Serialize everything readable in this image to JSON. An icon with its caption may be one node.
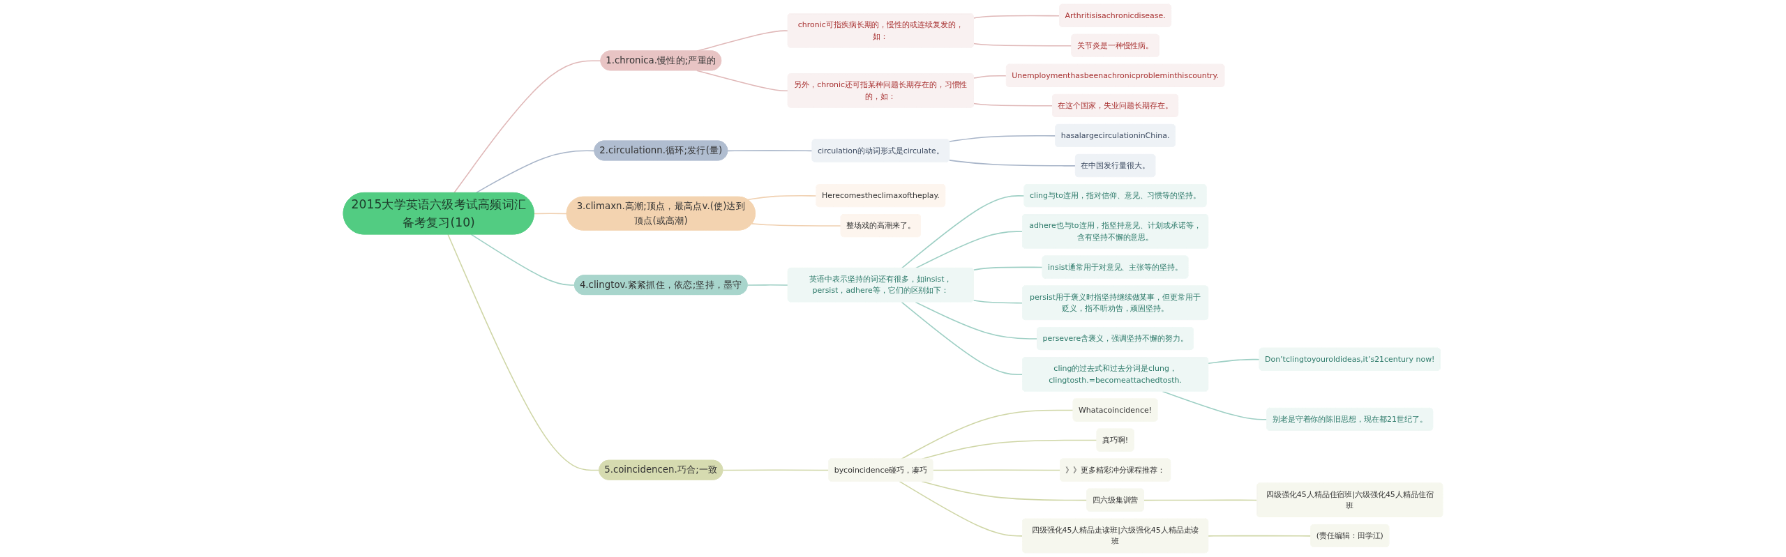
{
  "diagram": {
    "nodes": [
      {
        "text": [
          "2015大学英语六级考试高频词汇备考复习(10)"
        ]
      },
      {
        "text": [
          "1.chronica.慢性的;严重的"
        ]
      },
      {
        "text": [
          "chronic可指疾病长期的，慢性的或连续复发的，如："
        ]
      },
      {
        "text": [
          "Arthritisisachronicdisease."
        ]
      },
      {
        "text": [
          "关节炎是一种慢性病。"
        ]
      },
      {
        "text": [
          "另外，chronic还可指某种问题长期存在的，习惯性的，如："
        ]
      },
      {
        "text": [
          "Unemploymenthasbeenachronicprobleminthiscountry."
        ]
      },
      {
        "text": [
          "在这个国家，失业问题长期存在。"
        ]
      },
      {
        "text": [
          "2.circulationn.循环;发行(量)"
        ]
      },
      {
        "text": [
          "circulation的动词形式是circulate。"
        ]
      },
      {
        "text": [
          "hasalargecirculationinChina."
        ]
      },
      {
        "text": [
          "在中国发行量很大。"
        ]
      },
      {
        "text": [
          "3.climaxn.高潮;顶点，最高点v.(使)达到顶点(或高潮)"
        ]
      },
      {
        "text": [
          "Herecomestheclimaxoftheplay."
        ]
      },
      {
        "text": [
          "整场戏的高潮来了。"
        ]
      },
      {
        "text": [
          "4.clingtov.紧紧抓住，依恋;坚持，墨守"
        ]
      },
      {
        "text": [
          "英语中表示坚持的词还有很多，如insist，persist，adhere等，它们的区别如下："
        ]
      },
      {
        "text": [
          "cling与to连用，指对信仰、意见、习惯等的坚持。"
        ]
      },
      {
        "text": [
          "adhere也与to连用，指坚持意见、计划或承诺等，含有坚持不懈的意思。"
        ]
      },
      {
        "text": [
          "insist通常用于对意见、主张等的坚持。"
        ]
      },
      {
        "text": [
          "persist用于褒义时指坚持继续做某事，但更常用于贬义，指不听劝告，顽固坚持。"
        ]
      },
      {
        "text": [
          "persevere含褒义，强调坚持不懈的努力。"
        ]
      },
      {
        "text": [
          "cling的过去式和过去分词是clung，clingtosth.=becomeattachedtosth."
        ]
      },
      {
        "text": [
          "Don’tclingtoyouroldideas,it’s21century now!"
        ]
      },
      {
        "text": [
          "别老是守着你的陈旧思想，现在都21世纪了。"
        ]
      },
      {
        "text": [
          "5.coincidencen.巧合;一致"
        ]
      },
      {
        "text": [
          "bycoincidence碰巧，凑巧"
        ]
      },
      {
        "text": [
          "Whatacoincidence!"
        ]
      },
      {
        "text": [
          "真巧啊!"
        ]
      },
      {
        "text": [
          "》》更多精彩冲分课程推荐："
        ]
      },
      {
        "text": [
          "四六级集训营"
        ]
      },
      {
        "text": [
          "四级强化45人精品住宿班|六级强化45人精品住宿班"
        ]
      },
      {
        "text": [
          "四级强化45人精品走读班|六级强化45人精品走读班"
        ]
      },
      {
        "text": [
          "(责任编辑：田学江)"
        ]
      }
    ],
    "edges": [
      {
        "from": 0,
        "to": 1,
        "arrow": "none",
        "color": "#e0b8b8"
      },
      {
        "from": 1,
        "to": 2,
        "arrow": "none",
        "color": "#e0b8b8"
      },
      {
        "from": 2,
        "to": 3,
        "arrow": "none",
        "color": "#e0b8b8"
      },
      {
        "from": 2,
        "to": 4,
        "arrow": "none",
        "color": "#e0b8b8"
      },
      {
        "from": 1,
        "to": 5,
        "arrow": "none",
        "color": "#e0b8b8"
      },
      {
        "from": 5,
        "to": 6,
        "arrow": "none",
        "color": "#e0b8b8"
      },
      {
        "from": 5,
        "to": 7,
        "arrow": "none",
        "color": "#e0b8b8"
      },
      {
        "from": 0,
        "to": 8,
        "arrow": "none",
        "color": "#a7b4c8"
      },
      {
        "from": 8,
        "to": 9,
        "arrow": "none",
        "color": "#a7b4c8"
      },
      {
        "from": 9,
        "to": 10,
        "arrow": "none",
        "color": "#a7b4c8"
      },
      {
        "from": 9,
        "to": 11,
        "arrow": "none",
        "color": "#a7b4c8"
      },
      {
        "from": 0,
        "to": 12,
        "arrow": "none",
        "color": "#f0d0b0"
      },
      {
        "from": 12,
        "to": 13,
        "arrow": "none",
        "color": "#f0d0b0"
      },
      {
        "from": 12,
        "to": 14,
        "arrow": "none",
        "color": "#f0d0b0"
      },
      {
        "from": 0,
        "to": 15,
        "arrow": "none",
        "color": "#9dcfc4"
      },
      {
        "from": 15,
        "to": 16,
        "arrow": "none",
        "color": "#9dcfc4"
      },
      {
        "from": 16,
        "to": 17,
        "arrow": "none",
        "color": "#9dcfc4"
      },
      {
        "from": 16,
        "to": 18,
        "arrow": "none",
        "color": "#9dcfc4"
      },
      {
        "from": 16,
        "to": 19,
        "arrow": "none",
        "color": "#9dcfc4"
      },
      {
        "from": 16,
        "to": 20,
        "arrow": "none",
        "color": "#9dcfc4"
      },
      {
        "from": 16,
        "to": 21,
        "arrow": "none",
        "color": "#9dcfc4"
      },
      {
        "from": 16,
        "to": 22,
        "arrow": "none",
        "color": "#9dcfc4"
      },
      {
        "from": 22,
        "to": 23,
        "arrow": "none",
        "color": "#9dcfc4"
      },
      {
        "from": 22,
        "to": 24,
        "arrow": "none",
        "color": "#9dcfc4"
      },
      {
        "from": 0,
        "to": 25,
        "arrow": "none",
        "color": "#cfd6a6"
      },
      {
        "from": 25,
        "to": 26,
        "arrow": "none",
        "color": "#cfd6a6"
      },
      {
        "from": 26,
        "to": 27,
        "arrow": "none",
        "color": "#cfd6a6"
      },
      {
        "from": 26,
        "to": 28,
        "arrow": "none",
        "color": "#cfd6a6"
      },
      {
        "from": 26,
        "to": 29,
        "arrow": "none",
        "color": "#cfd6a6"
      },
      {
        "from": 26,
        "to": 30,
        "arrow": "none",
        "color": "#cfd6a6"
      },
      {
        "from": 30,
        "to": 31,
        "arrow": "none",
        "color": "#cfd6a6"
      },
      {
        "from": 26,
        "to": 32,
        "arrow": "none",
        "color": "#cfd6a6"
      },
      {
        "from": 32,
        "to": 33,
        "arrow": "none",
        "color": "#cfd6a6"
      }
    ]
  }
}
